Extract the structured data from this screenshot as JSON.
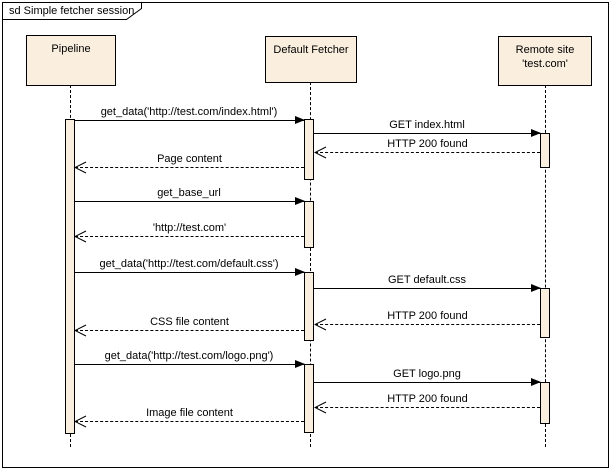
{
  "frame": {
    "title": "sd Simple fetcher session"
  },
  "colors": {
    "background": "#FFFFFF",
    "box_fill": "#FAEFDE",
    "line": "#000000"
  },
  "lifelines": [
    {
      "id": "pipeline",
      "label": "Pipeline"
    },
    {
      "id": "default-fetcher",
      "label": "Default Fetcher"
    },
    {
      "id": "remote-site",
      "label": "Remote site 'test.com'"
    }
  ],
  "messages": [
    {
      "label": "get_data('http://test.com/index.html')",
      "kind": "call",
      "from": "Pipeline",
      "to": "Default Fetcher"
    },
    {
      "label": "GET index.html",
      "kind": "call",
      "from": "Default Fetcher",
      "to": "Remote site"
    },
    {
      "label": "HTTP 200 found",
      "kind": "return",
      "from": "Remote site",
      "to": "Default Fetcher"
    },
    {
      "label": "Page content",
      "kind": "return",
      "from": "Default Fetcher",
      "to": "Pipeline"
    },
    {
      "label": "get_base_url",
      "kind": "call",
      "from": "Pipeline",
      "to": "Default Fetcher"
    },
    {
      "label": "'http://test.com'",
      "kind": "return",
      "from": "Default Fetcher",
      "to": "Pipeline"
    },
    {
      "label": "get_data('http://test.com/default.css')",
      "kind": "call",
      "from": "Pipeline",
      "to": "Default Fetcher"
    },
    {
      "label": "GET default.css",
      "kind": "call",
      "from": "Default Fetcher",
      "to": "Remote site"
    },
    {
      "label": "HTTP 200 found",
      "kind": "return",
      "from": "Remote site",
      "to": "Default Fetcher"
    },
    {
      "label": "CSS file content",
      "kind": "return",
      "from": "Default Fetcher",
      "to": "Pipeline"
    },
    {
      "label": "get_data('http://test.com/logo.png')",
      "kind": "call",
      "from": "Pipeline",
      "to": "Default Fetcher"
    },
    {
      "label": "GET logo.png",
      "kind": "call",
      "from": "Default Fetcher",
      "to": "Remote site"
    },
    {
      "label": "HTTP 200 found",
      "kind": "return",
      "from": "Remote site",
      "to": "Default Fetcher"
    },
    {
      "label": "Image file content",
      "kind": "return",
      "from": "Default Fetcher",
      "to": "Pipeline"
    }
  ]
}
